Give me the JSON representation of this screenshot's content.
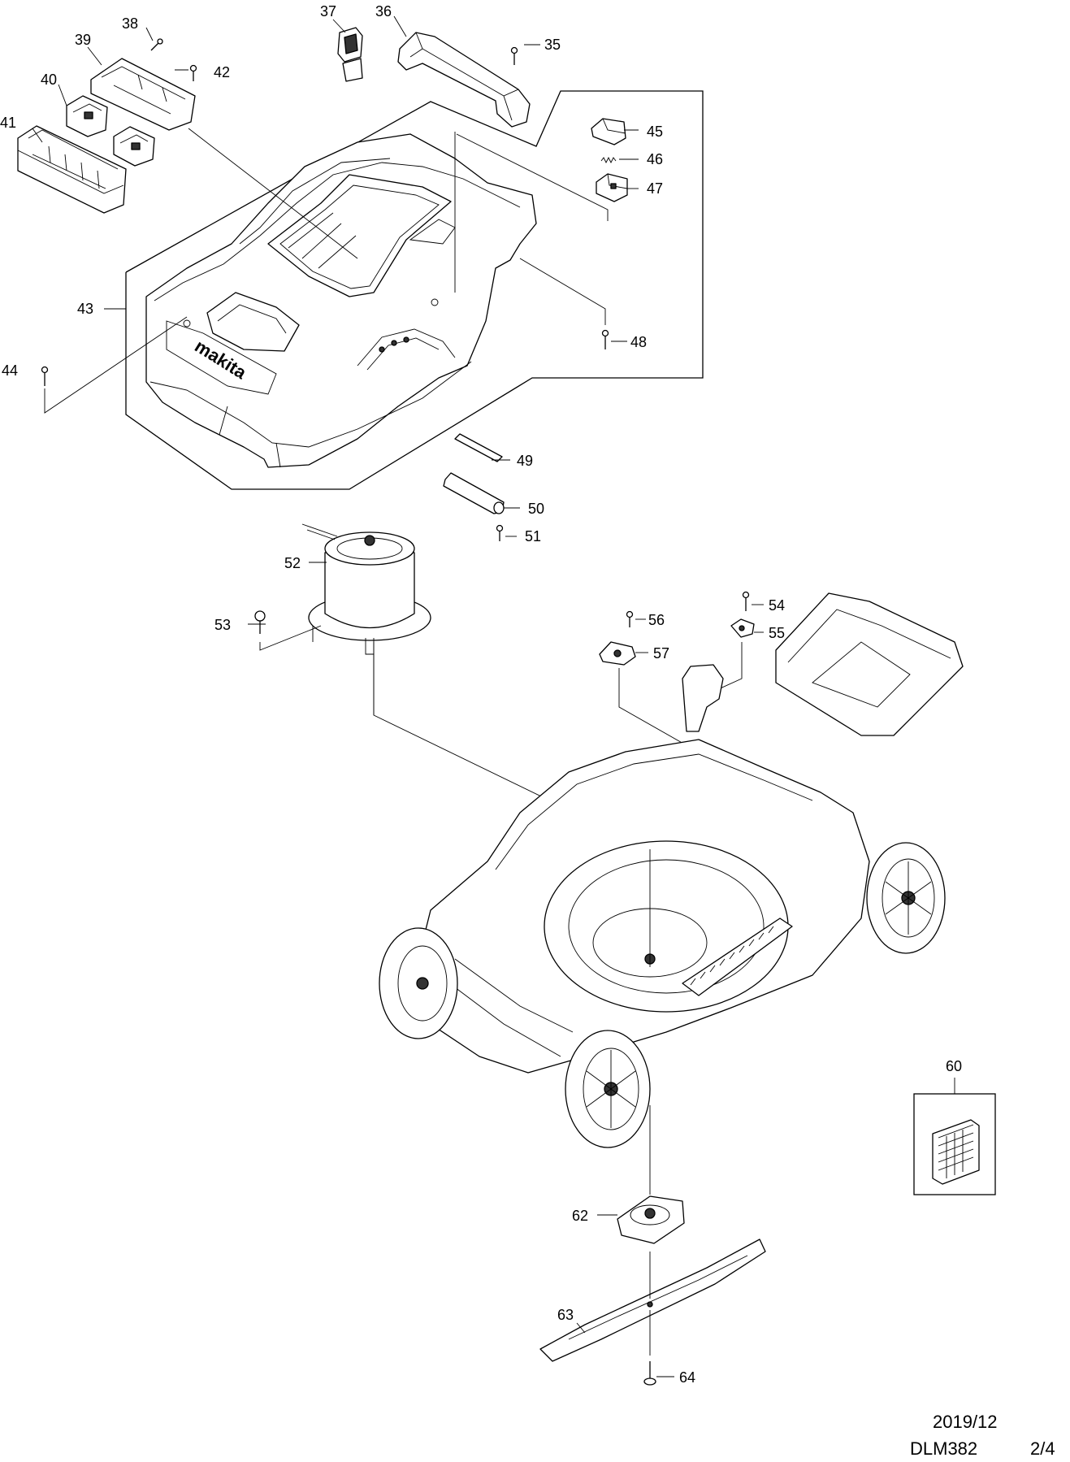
{
  "diagram": {
    "model": "DLM382",
    "page": "2/4",
    "date": "2019/12",
    "brand_mark": "makita",
    "part_numbers": [
      "35",
      "36",
      "37",
      "38",
      "39",
      "40",
      "41",
      "42",
      "43",
      "44",
      "45",
      "46",
      "47",
      "48",
      "49",
      "50",
      "51",
      "52",
      "53",
      "54",
      "55",
      "56",
      "57",
      "60",
      "62",
      "63",
      "64"
    ]
  }
}
